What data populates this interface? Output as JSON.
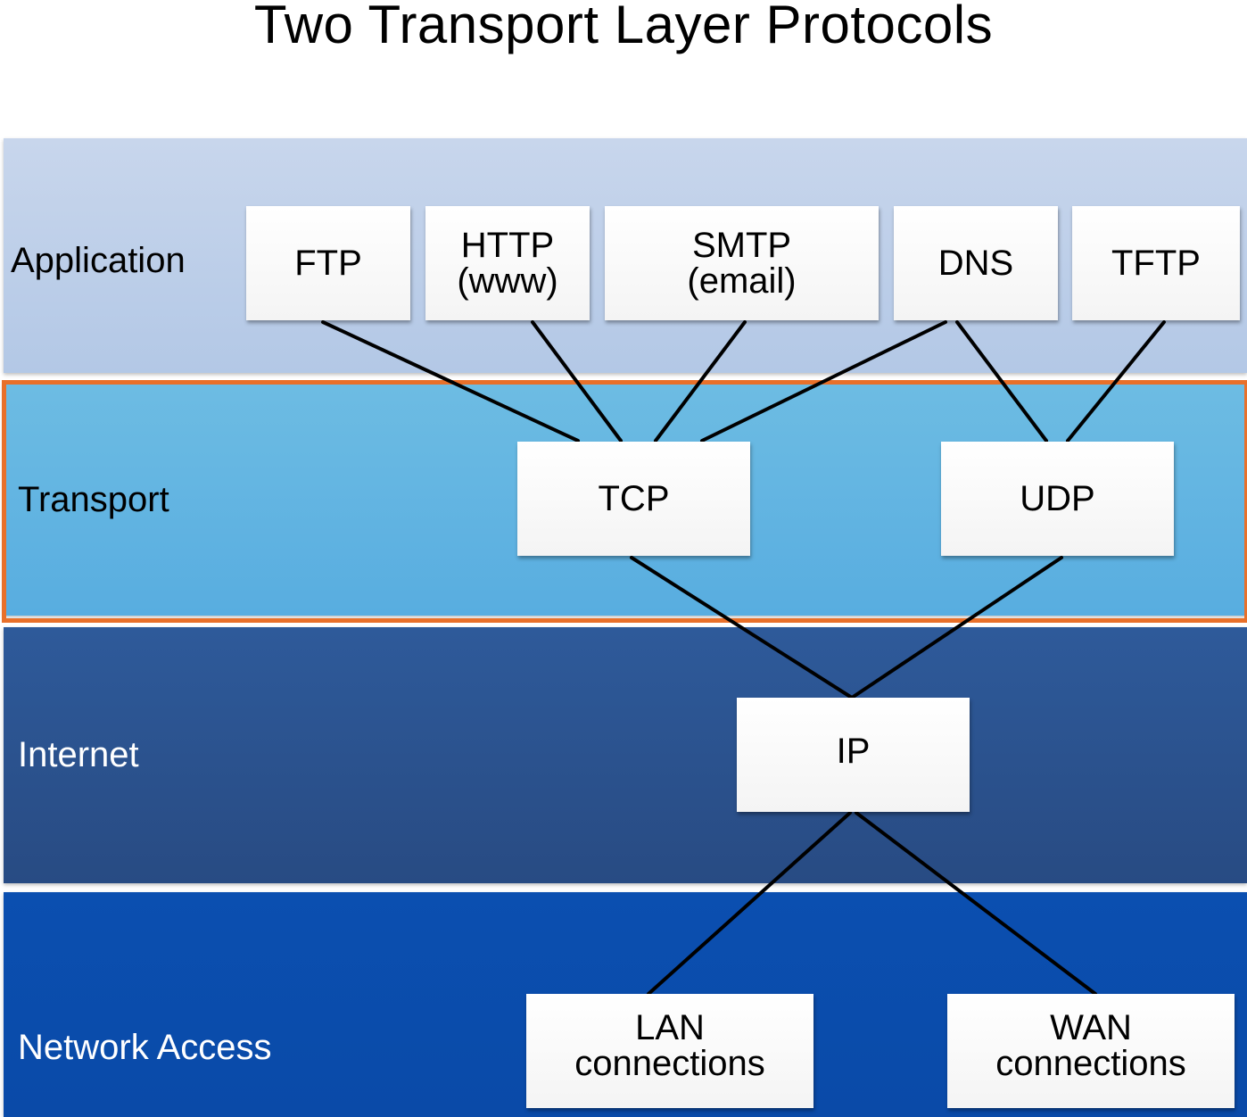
{
  "title": "Two Transport Layer Protocols",
  "layers": {
    "application": "Application",
    "transport": "Transport",
    "internet": "Internet",
    "network_access": "Network Access"
  },
  "protocols": {
    "ftp": "FTP",
    "http": "HTTP",
    "http_sub": "(www)",
    "smtp": "SMTP",
    "smtp_sub": "(email)",
    "dns": "DNS",
    "tftp": "TFTP",
    "tcp": "TCP",
    "udp": "UDP",
    "ip": "IP",
    "lan": "LAN",
    "lan_sub": "connections",
    "wan": "WAN",
    "wan_sub": "connections"
  },
  "colors": {
    "application_layer": "#c3d3eb",
    "transport_layer": "#63b5e1",
    "internet_layer": "#2b5390",
    "network_access_layer": "#0b4dac",
    "highlight_border": "#e8702a"
  },
  "links": [
    [
      "FTP",
      "TCP"
    ],
    [
      "HTTP",
      "TCP"
    ],
    [
      "SMTP",
      "TCP"
    ],
    [
      "DNS",
      "TCP"
    ],
    [
      "DNS",
      "UDP"
    ],
    [
      "TFTP",
      "UDP"
    ],
    [
      "TCP",
      "IP"
    ],
    [
      "UDP",
      "IP"
    ],
    [
      "IP",
      "LAN"
    ],
    [
      "IP",
      "WAN"
    ]
  ]
}
